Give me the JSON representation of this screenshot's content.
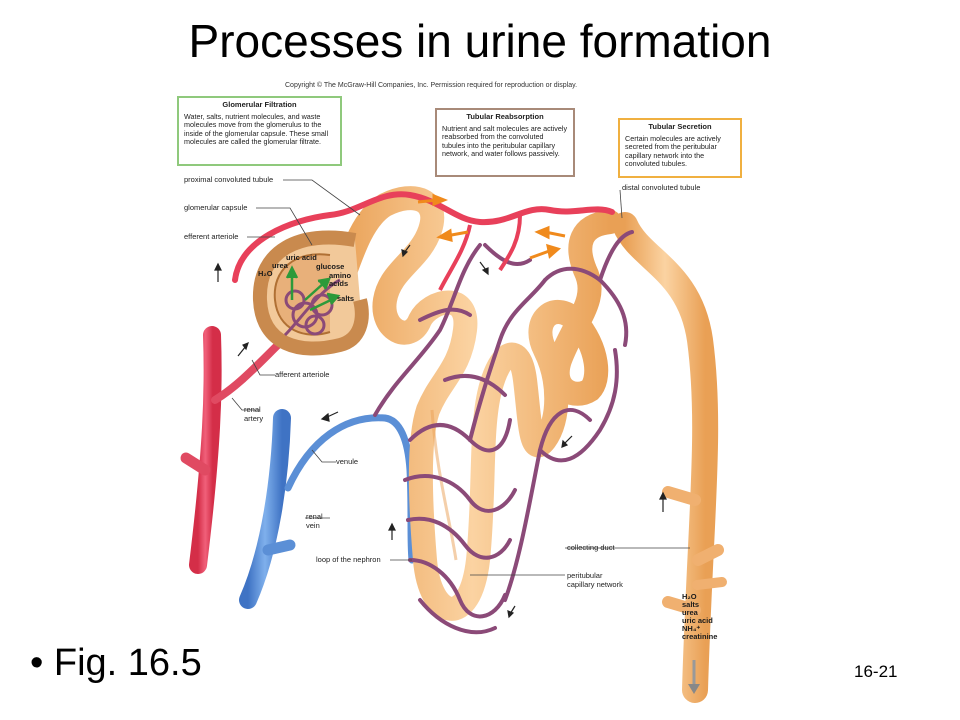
{
  "title": "Processes in urine formation",
  "copyright": "Copyright © The McGraw-Hill Companies, Inc. Permission required for reproduction or display.",
  "boxes": {
    "filtration": {
      "heading": "Glomerular Filtration",
      "text": "Water, salts, nutrient molecules, and waste molecules move from the glomerulus to the inside of the glomerular capsule. These small molecules are called the glomerular filtrate."
    },
    "reabsorption": {
      "heading": "Tubular Reabsorption",
      "text": "Nutrient and salt molecules are actively reabsorbed from the convoluted tubules into the peritubular capillary network, and water follows passively."
    },
    "secretion": {
      "heading": "Tubular Secretion",
      "text": "Certain molecules are actively secreted from the peritubular capillary network into the convoluted tubules."
    }
  },
  "labels": {
    "proximal": "proximal convoluted tubule",
    "capsule": "glomerular capsule",
    "efferent": "efferent arteriole",
    "afferent": "afferent arteriole",
    "renal_artery": "renal artery",
    "venule": "venule",
    "renal_vein": "renal vein",
    "loop": "loop of the nephron",
    "distal": "distal convoluted tubule",
    "collecting": "collecting duct",
    "peritubular": "peritubular capillary network"
  },
  "filtrate": {
    "uric_acid": "uric acid",
    "urea": "urea",
    "h2o": "H₂O",
    "glucose": "glucose",
    "amino_acids": "amino acids",
    "salts": "salts"
  },
  "urine": [
    "H₂O",
    "salts",
    "urea",
    "uric acid",
    "NH₄⁺",
    "creatinine"
  ],
  "footer": {
    "bullet": "Fig. 16.5",
    "slide_number": "16-21"
  },
  "colors": {
    "artery": "#e8405a",
    "vein": "#5b8fd6",
    "tubule": "#f5b874",
    "capillary": "#8b4a78",
    "filtration_box": "#8fc97c",
    "reabsorption_box": "#a88a79",
    "secretion_box": "#f0b040"
  }
}
